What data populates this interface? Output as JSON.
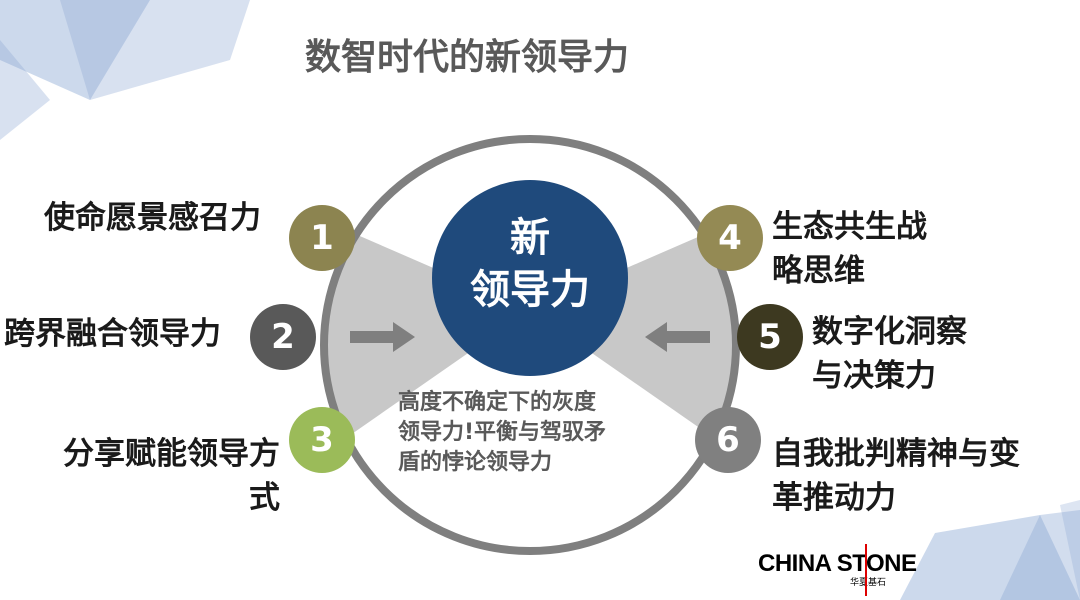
{
  "title": "数智时代的新领导力",
  "center": {
    "line1": "新",
    "line2": "领导力",
    "color": "#1f4a7c"
  },
  "caption": {
    "line1": "高度不确定下的灰度",
    "line2": "领导力!平衡与驾驭矛",
    "line3": "盾的悖论领导力"
  },
  "items": [
    {
      "num": "1",
      "label_lines": [
        "使命愿景感召力"
      ],
      "color": "#8c8450"
    },
    {
      "num": "2",
      "label_lines": [
        "跨界融合领导力"
      ],
      "color": "#595959"
    },
    {
      "num": "3",
      "label_lines": [
        "分享赋能领导方",
        "式"
      ],
      "color": "#9bbb59"
    },
    {
      "num": "4",
      "label_lines": [
        "生态共生战",
        "略思维"
      ],
      "color": "#948a54"
    },
    {
      "num": "5",
      "label_lines": [
        "数字化洞察",
        "与决策力"
      ],
      "color": "#3d3920"
    },
    {
      "num": "6",
      "label_lines": [
        "自我批判精神与变",
        "革推动力"
      ],
      "color": "#808080"
    }
  ],
  "logo": {
    "text": "CHINA STONE",
    "subtext": "华夏基石"
  }
}
